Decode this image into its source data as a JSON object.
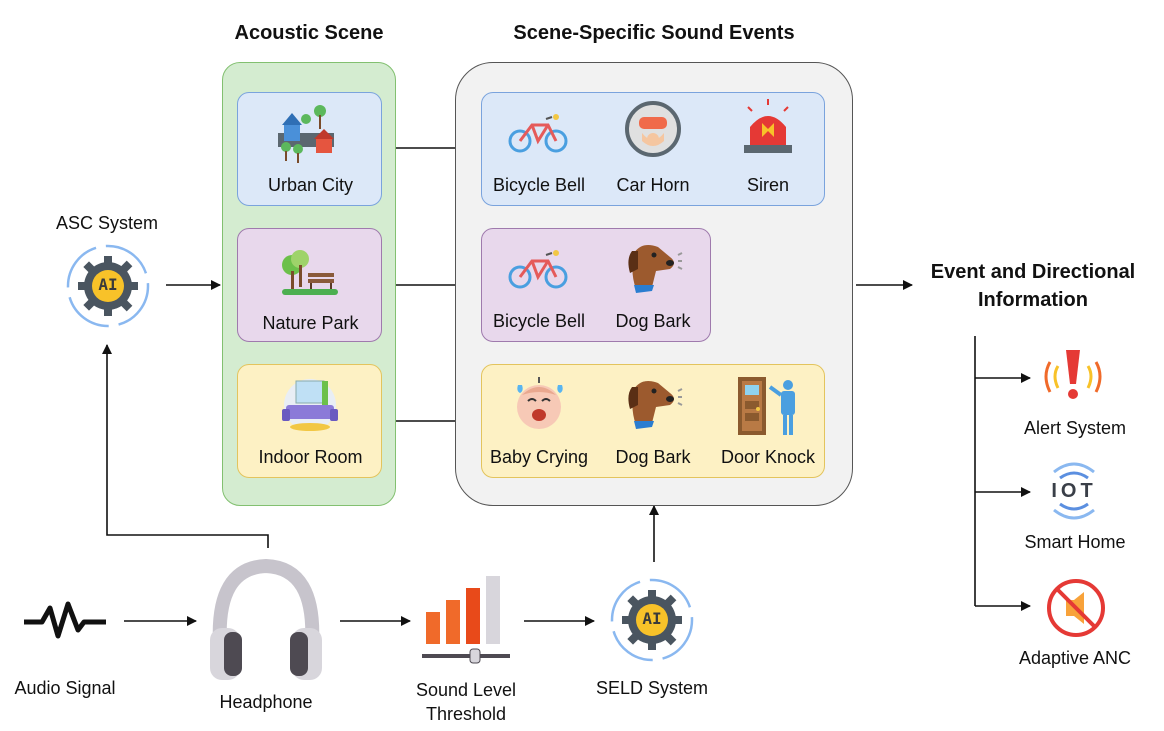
{
  "titles": {
    "acoustic_scene": "Acoustic Scene",
    "scene_events": "Scene-Specific Sound Events",
    "output": "Event and Directional\nInformation"
  },
  "left": {
    "asc_system": "ASC System",
    "ai_badge": "AI"
  },
  "scenes": [
    {
      "label": "Urban City"
    },
    {
      "label": "Nature Park"
    },
    {
      "label": "Indoor Room"
    }
  ],
  "events": {
    "urban": [
      "Bicycle Bell",
      "Car Horn",
      "Siren"
    ],
    "park": [
      "Bicycle Bell",
      "Dog Bark"
    ],
    "indoor": [
      "Baby Crying",
      "Dog Bark",
      "Door Knock"
    ]
  },
  "pipeline": {
    "audio_signal": "Audio Signal",
    "headphone": "Headphone",
    "sound_level": "Sound Level\nThreshold",
    "seld_system": "SELD System",
    "ai_badge": "AI"
  },
  "outputs": [
    {
      "label": "Alert System"
    },
    {
      "label": "Smart Home",
      "icon_text": "IOT"
    },
    {
      "label": "Adaptive ANC"
    }
  ],
  "colors": {
    "scene_panel_fill": "#d4ecd0",
    "scene_panel_border": "#82c070",
    "events_panel_fill": "#f2f2f2",
    "urban_fill": "#dce8f8",
    "urban_border": "#7aa3dd",
    "park_fill": "#e8d8ec",
    "park_border": "#9f7aad",
    "indoor_fill": "#fdf1c4",
    "indoor_border": "#e3c45d",
    "gear": "#4a5560",
    "ai_yellow": "#f8c229",
    "ring_blue": "#8ab8f0"
  }
}
